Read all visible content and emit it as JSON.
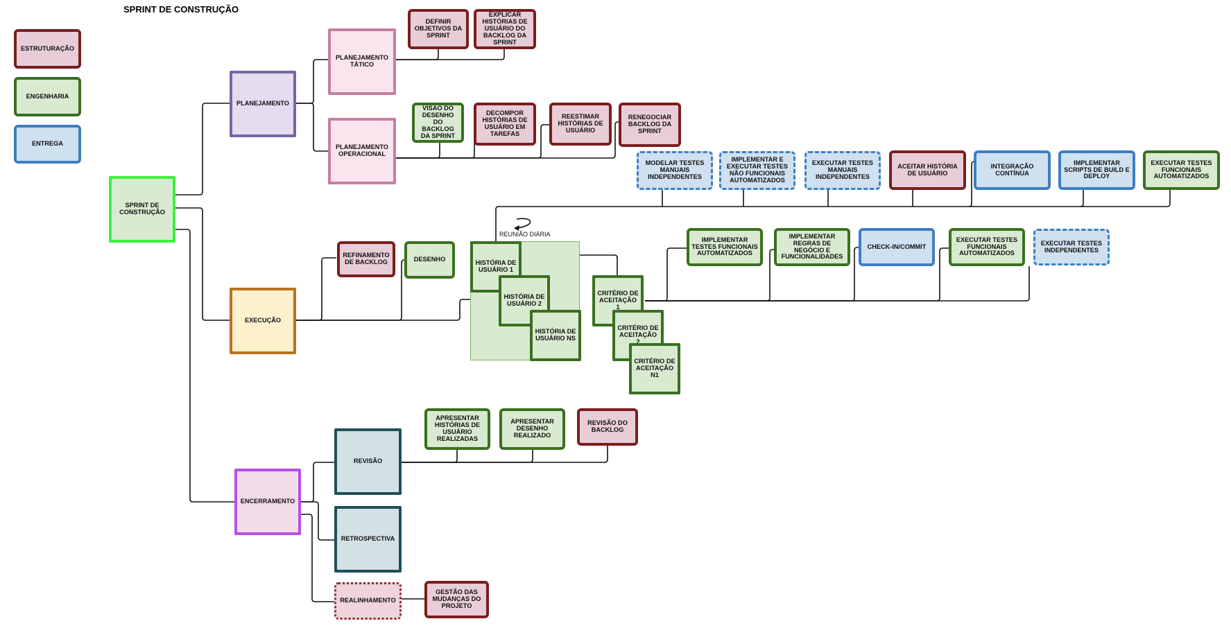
{
  "title": "SPRINT DE CONSTRUÇÃO",
  "legend": {
    "estruturacao": "ESTRUTURAÇÃO",
    "engenharia": "ENGENHARIA",
    "entrega": "ENTREGA"
  },
  "root": "SPRINT DE CONSTRUÇÃO",
  "planejamento": {
    "label": "PLANEJAMENTO",
    "tatico": "PLANEJAMENTO TÁTICO",
    "operacional": "PLANEJAMENTO OPERACIONAL",
    "tatico_items": [
      "DEFINIR OBJETIVOS DA SPRINT",
      "EXPLICAR HISTÓRIAS DE USUÁRIO DO BACKLOG DA SPRINT"
    ],
    "operacional_items": [
      "VISÃO DO DESENHO DO BACKLOG DA SPRINT",
      "DECOMPOR HISTÓRIAS DE USUÁRIO EM TAREFAS",
      "REESTIMAR HISTÓRIAS DE USUÁRIO",
      "RENEGOCIAR BACKLOG DA SPRINT"
    ]
  },
  "execucao": {
    "label": "EXECUÇÃO",
    "refinamento": "REFINAMENTO DE BACKLOG",
    "desenho": "DESENHO",
    "reuniao": "REUNIÃO DIÁRIA",
    "historias": [
      "HISTÓRIA DE USUÁRIO 1",
      "HISTÓRIA DE USUÁRIO 2",
      "HISTÓRIA DE USUÁRIO NS"
    ],
    "criterios": [
      "CRITÉRIO DE ACEITAÇÃO 1",
      "CRITÉRIO DE ACEITAÇÃO 2",
      "CRITÉRIO DE ACEITAÇÃO N1"
    ],
    "top_row": [
      "MODELAR TESTES MANUAIS INDEPENDENTES",
      "IMPLEMENTAR E EXECUTAR TESTES NÃO FUNCIONAIS AUTOMATIZADOS",
      "EXECUTAR TESTES MANUAIS INDEPENDENTES",
      "ACEITAR HISTÓRIA DE USUÁRIO",
      "INTEGRAÇÃO CONTÍNUA",
      "IMPLEMENTAR SCRIPTS DE BUILD E DEPLOY",
      "EXECUTAR TESTES FUNCIONAIS AUTOMATIZADOS"
    ],
    "mid_row": [
      "IMPLEMENTAR TESTES FUNCIONAIS AUTOMATIZADOS",
      "IMPLEMENTAR REGRAS DE NEGÓCIO E FUNCIONALIDADES",
      "CHECK-IN/COMMIT",
      "EXECUTAR TESTES FUNCIONAIS AUTOMATIZADOS",
      "EXECUTAR TESTES INDEPENDENTES"
    ]
  },
  "encerramento": {
    "label": "ENCERRAMENTO",
    "revisao": "REVISÃO",
    "retrospectiva": "RETROSPECTIVA",
    "realinhamento": "REALINHAMENTO",
    "revisao_items": [
      "APRESENTAR HISTÓRIAS DE USUÁRIO REALIZADAS",
      "APRESENTAR DESENHO REALIZADO",
      "REVISÃO DO BACKLOG"
    ],
    "realinhamento_item": "GESTÃO DAS MUDANÇAS DO PROJETO"
  },
  "colors": {
    "estruturacao_fill": "#e8cdd8",
    "estruturacao_border": "#7b1d1d",
    "engenharia_fill": "#d8ead0",
    "engenharia_border": "#3a7021",
    "entrega_fill": "#cfe0f1",
    "entrega_border": "#3e7ec0",
    "root_border": "#3cf03c",
    "planejamento_border": "#7b64a6",
    "execucao_border": "#b8721f",
    "encerramento_border": "#b84ee8",
    "revisao_border": "#1e4f5a",
    "tatico_border": "#c77fa0"
  }
}
